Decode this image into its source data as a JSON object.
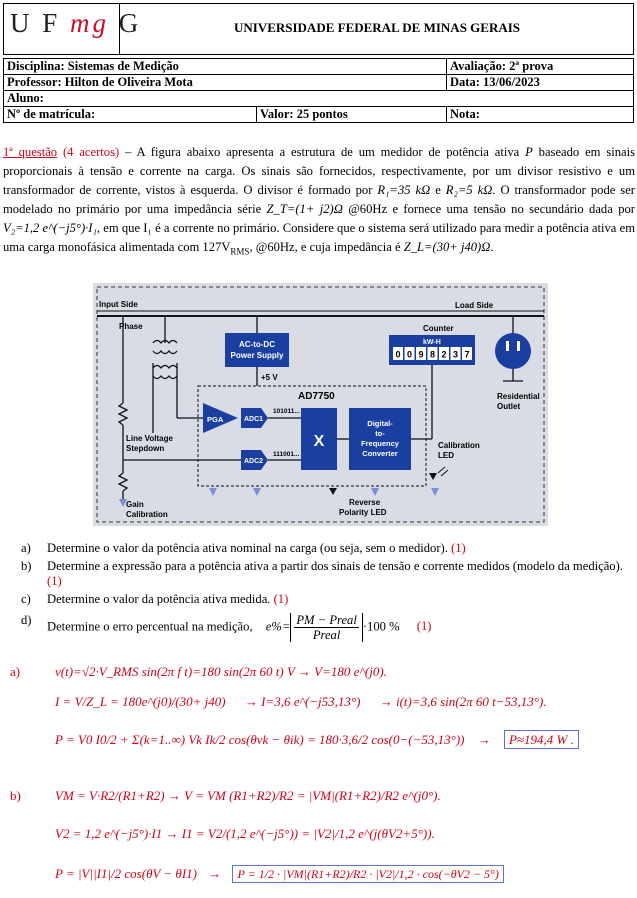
{
  "header": {
    "logo_text_left": "U F",
    "logo_text_m": "mg",
    "logo_text_right": "G",
    "university": "UNIVERSIDADE FEDERAL DE MINAS GERAIS"
  },
  "info": {
    "discipline": "Disciplina: Sistemas de Medição",
    "evaluation": "Avaliação: 2ª prova",
    "professor": "Professor: Hilton de Oliveira Mota",
    "date": "Data: 13/06/2023",
    "student": "Aluno:",
    "matricula": "Nº de matrícula:",
    "value": "Valor: 25 pontos",
    "grade": "Nota:"
  },
  "question": {
    "number": "1ª questão",
    "hits": "(4 acertos)",
    "text_1": " – A figura abaixo apresenta a estrutura de um medidor de potência ativa ",
    "P": "P",
    "text_2": " baseado em sinais proporcionais à tensão e corrente na carga. Os sinais são fornecidos, respectivamente, por um divisor resistivo e um transformador de corrente, vistos à esquerda. O divisor é formado por ",
    "R1": "R₁=35 kΩ",
    "and": " e ",
    "R2": "R₂=5 kΩ",
    "text_3": ". O transformador pode ser modelado no primário por uma impedância série ",
    "ZT": "Z_T=(1+ j2)Ω",
    "text_4": " @60Hz e fornece uma tensão no secundário dada por ",
    "V2": "V₂=1,2 e^(−j5°)·I₁",
    "text_5": ", em que I₁ é a corrente no primário. Considere que o sistema será utilizado para medir a potência ativa em uma carga monofásica alimentada com 127V",
    "rms": "RMS",
    "text_6": ", @60Hz, e cuja impedância é ",
    "ZL": "Z_L=(30+ j40)Ω",
    "text_7": "."
  },
  "diagram": {
    "input_side": "Input Side",
    "phase": "Phase",
    "load_side": "Load Side",
    "acdc_1": "AC-to-DC",
    "acdc_2": "Power Supply",
    "plus5v": "+5 V",
    "counter": "Counter",
    "kwh": "kW-H",
    "digits": [
      "0",
      "0",
      "9",
      "8",
      "2",
      "3",
      "7"
    ],
    "residential_1": "Residential",
    "residential_2": "Outlet",
    "ad7750": "AD7750",
    "pga": "PGA",
    "adc1": "ADC1",
    "adc2": "ADC2",
    "bits1": "101011...",
    "bits2": "111001...",
    "mult": "X",
    "dfc_1": "Digital-",
    "dfc_2": "to-",
    "dfc_3": "Frequency",
    "dfc_4": "Converter",
    "line_voltage_1": "Line Voltage",
    "line_voltage_2": "Stepdown",
    "calibration_led_1": "Calibration",
    "calibration_led_2": "LED",
    "gain_cal_1": "Gain",
    "gain_cal_2": "Calibration",
    "reverse_1": "Reverse",
    "reverse_2": "Polarity LED"
  },
  "items": [
    {
      "label": "a)",
      "text": "Determine o valor da potência ativa nominal na carga (ou seja, sem o medidor). ",
      "pts": "(1)"
    },
    {
      "label": "b)",
      "text": "Determine a expressão para a potência ativa a partir dos sinais de tensão e corrente medidos (modelo da medição). ",
      "pts": "(1)"
    },
    {
      "label": "c)",
      "text": "Determine o valor da potência ativa medida. ",
      "pts": "(1)"
    },
    {
      "label": "d)",
      "text": "Determine o erro percentual na medição,",
      "pts": "(1)"
    }
  ],
  "error_formula": {
    "lhs": "e%=",
    "num": "PM − Preal",
    "den": "Preal",
    "tail": "·100 %"
  },
  "answer_a": {
    "label": "a)",
    "line1": "v(t)=√2·V_RMS sin(2π f t)=180 sin(2π 60 t) V   →   V=180 e^(j0).",
    "line2_lhs": "I = V/Z_L = 180e^(j0)/(30+ j40)",
    "line2_mid": "→   I=3,6 e^(−j53,13°)",
    "line2_rhs": "→   i(t)=3,6 sin(2π 60 t−53,13°).",
    "line3_lhs": "P = V0 I0/2 + Σ(k=1..∞) Vk Ik/2 cos(θvk − θik) = 180·3,6/2 cos(0−(−53,13°))",
    "line3_arrow": "→",
    "result": "P≈194,4 W ."
  },
  "answer_b": {
    "label": "b)",
    "line1": "VM = V·R2/(R1+R2)   →   V = VM (R1+R2)/R2 = |VM|(R1+R2)/R2 e^(j0°).",
    "line2": "V2 = 1,2 e^(−j5°)·I1   →   I1 = V2/(1,2 e^(−j5°)) = |V2|/1,2 e^(j(θV2+5°)).",
    "line3_lhs": "P = |V||I1|/2 cos(θV − θI1)",
    "line3_arrow": "→",
    "result": "P = 1/2 · |VM|(R1+R2)/R2 · |V2|/1,2 · cos(−θV2 − 5°)"
  }
}
